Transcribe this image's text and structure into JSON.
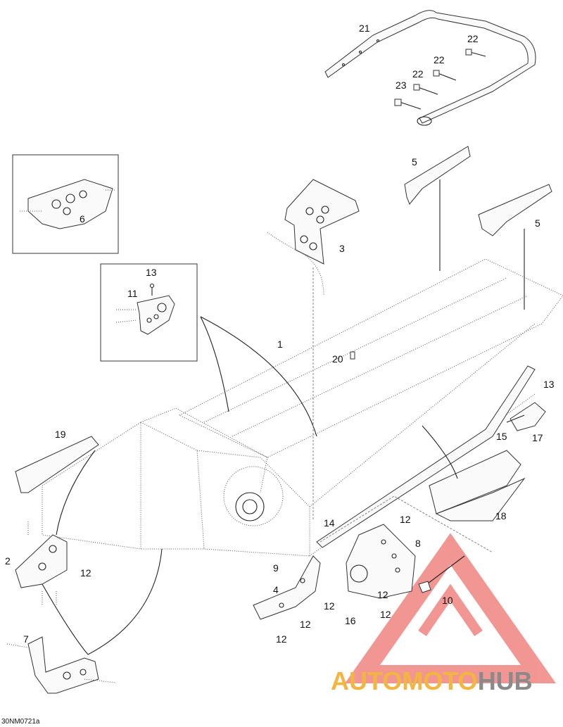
{
  "diagram": {
    "callouts": {
      "c1": "1",
      "c2": "2",
      "c3": "3",
      "c4": "4",
      "c5a": "5",
      "c5b": "5",
      "c6": "6",
      "c7": "7",
      "c8": "8",
      "c9": "9",
      "c10": "10",
      "c11": "11",
      "c12a": "12",
      "c12b": "12",
      "c12c": "12",
      "c12d": "12",
      "c12e": "12",
      "c12f": "12",
      "c12g": "12",
      "c13a": "13",
      "c13b": "13",
      "c14": "14",
      "c15": "15",
      "c16": "16",
      "c17": "17",
      "c18": "18",
      "c19": "19",
      "c20": "20",
      "c21": "21",
      "c22a": "22",
      "c22b": "22",
      "c22c": "22",
      "c23": "23"
    },
    "drawing_code": "30NM0721a"
  },
  "watermark": {
    "part1": "AUTO",
    "part2": "MOTO",
    "part3": "HUB",
    "colors": {
      "triangle": "#e8413c",
      "auto": "#f2b640",
      "hub": "#8a8a8a"
    }
  }
}
